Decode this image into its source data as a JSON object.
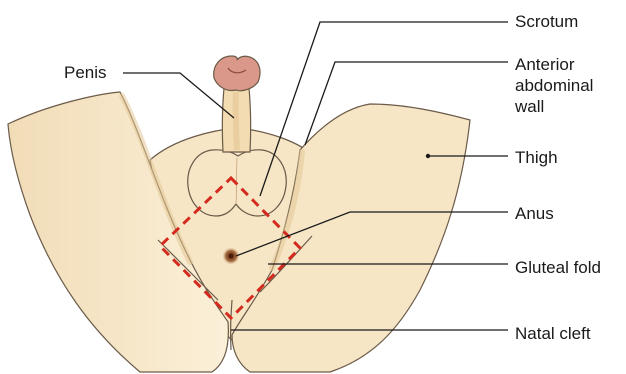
{
  "labels": {
    "penis": "Penis",
    "scrotum": "Scrotum",
    "anterior_abdominal_wall": [
      "Anterior",
      "abdominal",
      "wall"
    ],
    "thigh": "Thigh",
    "anus": "Anus",
    "gluteal_fold": "Gluteal fold",
    "natal_cleft": "Natal cleft"
  },
  "colors": {
    "skin_fill": "#f6e6c6",
    "skin_shadow": "#e9cf9f",
    "outline": "#6b5a48",
    "penis_glans": "#d9988a",
    "perineum_outline": "#d42a1e",
    "leader_line": "#1a1a1a",
    "anus": "#7a3b1c"
  }
}
